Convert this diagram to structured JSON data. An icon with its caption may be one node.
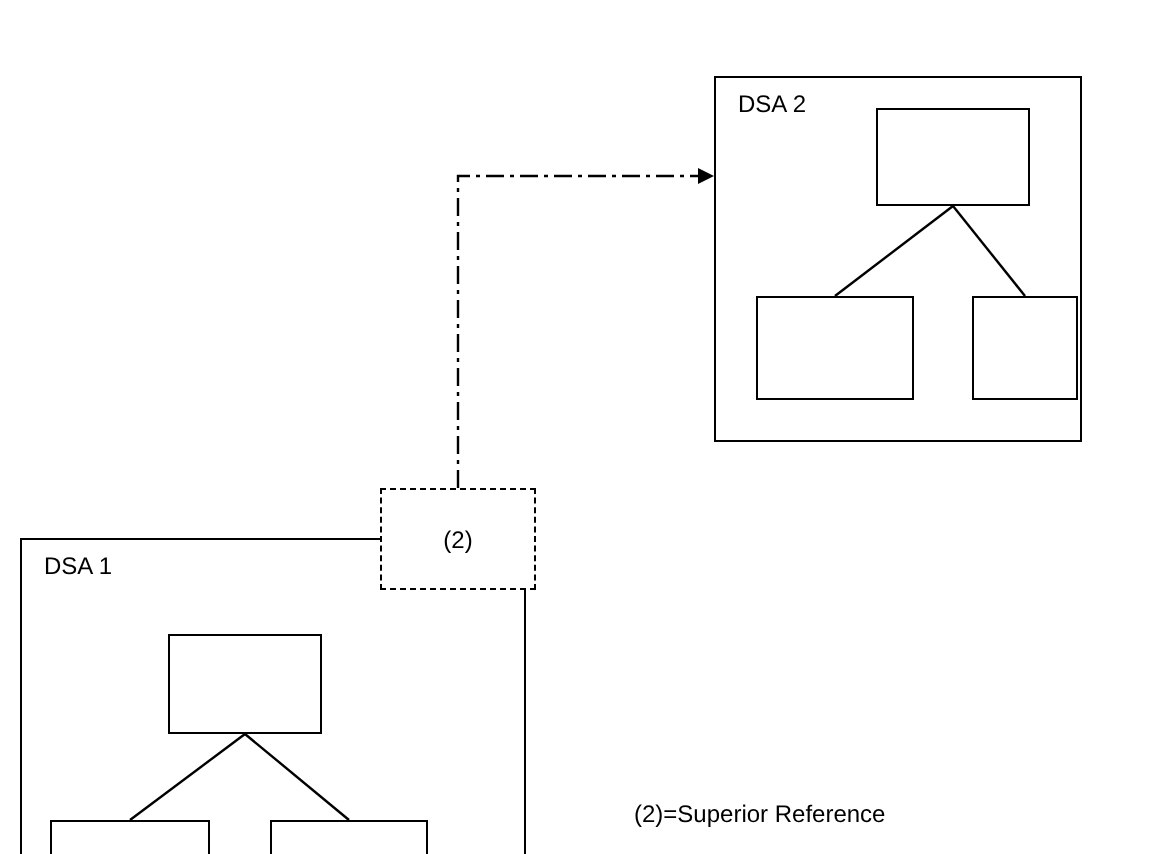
{
  "diagram": {
    "nodes": [
      {
        "text": [
          "DSA 2"
        ]
      },
      {
        "text": [],
        "shape": "box",
        "in": 0
      },
      {
        "text": [],
        "shape": "box",
        "in": 0
      },
      {
        "text": [],
        "shape": "box",
        "in": 0
      },
      {
        "text": [
          "DSA 1"
        ]
      },
      {
        "text": [],
        "shape": "box",
        "in": 4
      },
      {
        "text": [],
        "shape": "box",
        "in": 4
      },
      {
        "text": [],
        "shape": "box",
        "in": 4
      },
      {
        "text": [
          "(2)"
        ]
      }
    ],
    "edges": [
      {
        "from": 1,
        "to": 2,
        "arrow": "none"
      },
      {
        "from": 1,
        "to": 3,
        "arrow": "none"
      },
      {
        "from": 5,
        "to": 6,
        "arrow": "none"
      },
      {
        "from": 5,
        "to": 7,
        "arrow": "none"
      },
      {
        "from": 8,
        "to": 0,
        "arrow": "to",
        "style": "dashed"
      }
    ],
    "labels": [
      "(2)=Superior Reference"
    ]
  }
}
